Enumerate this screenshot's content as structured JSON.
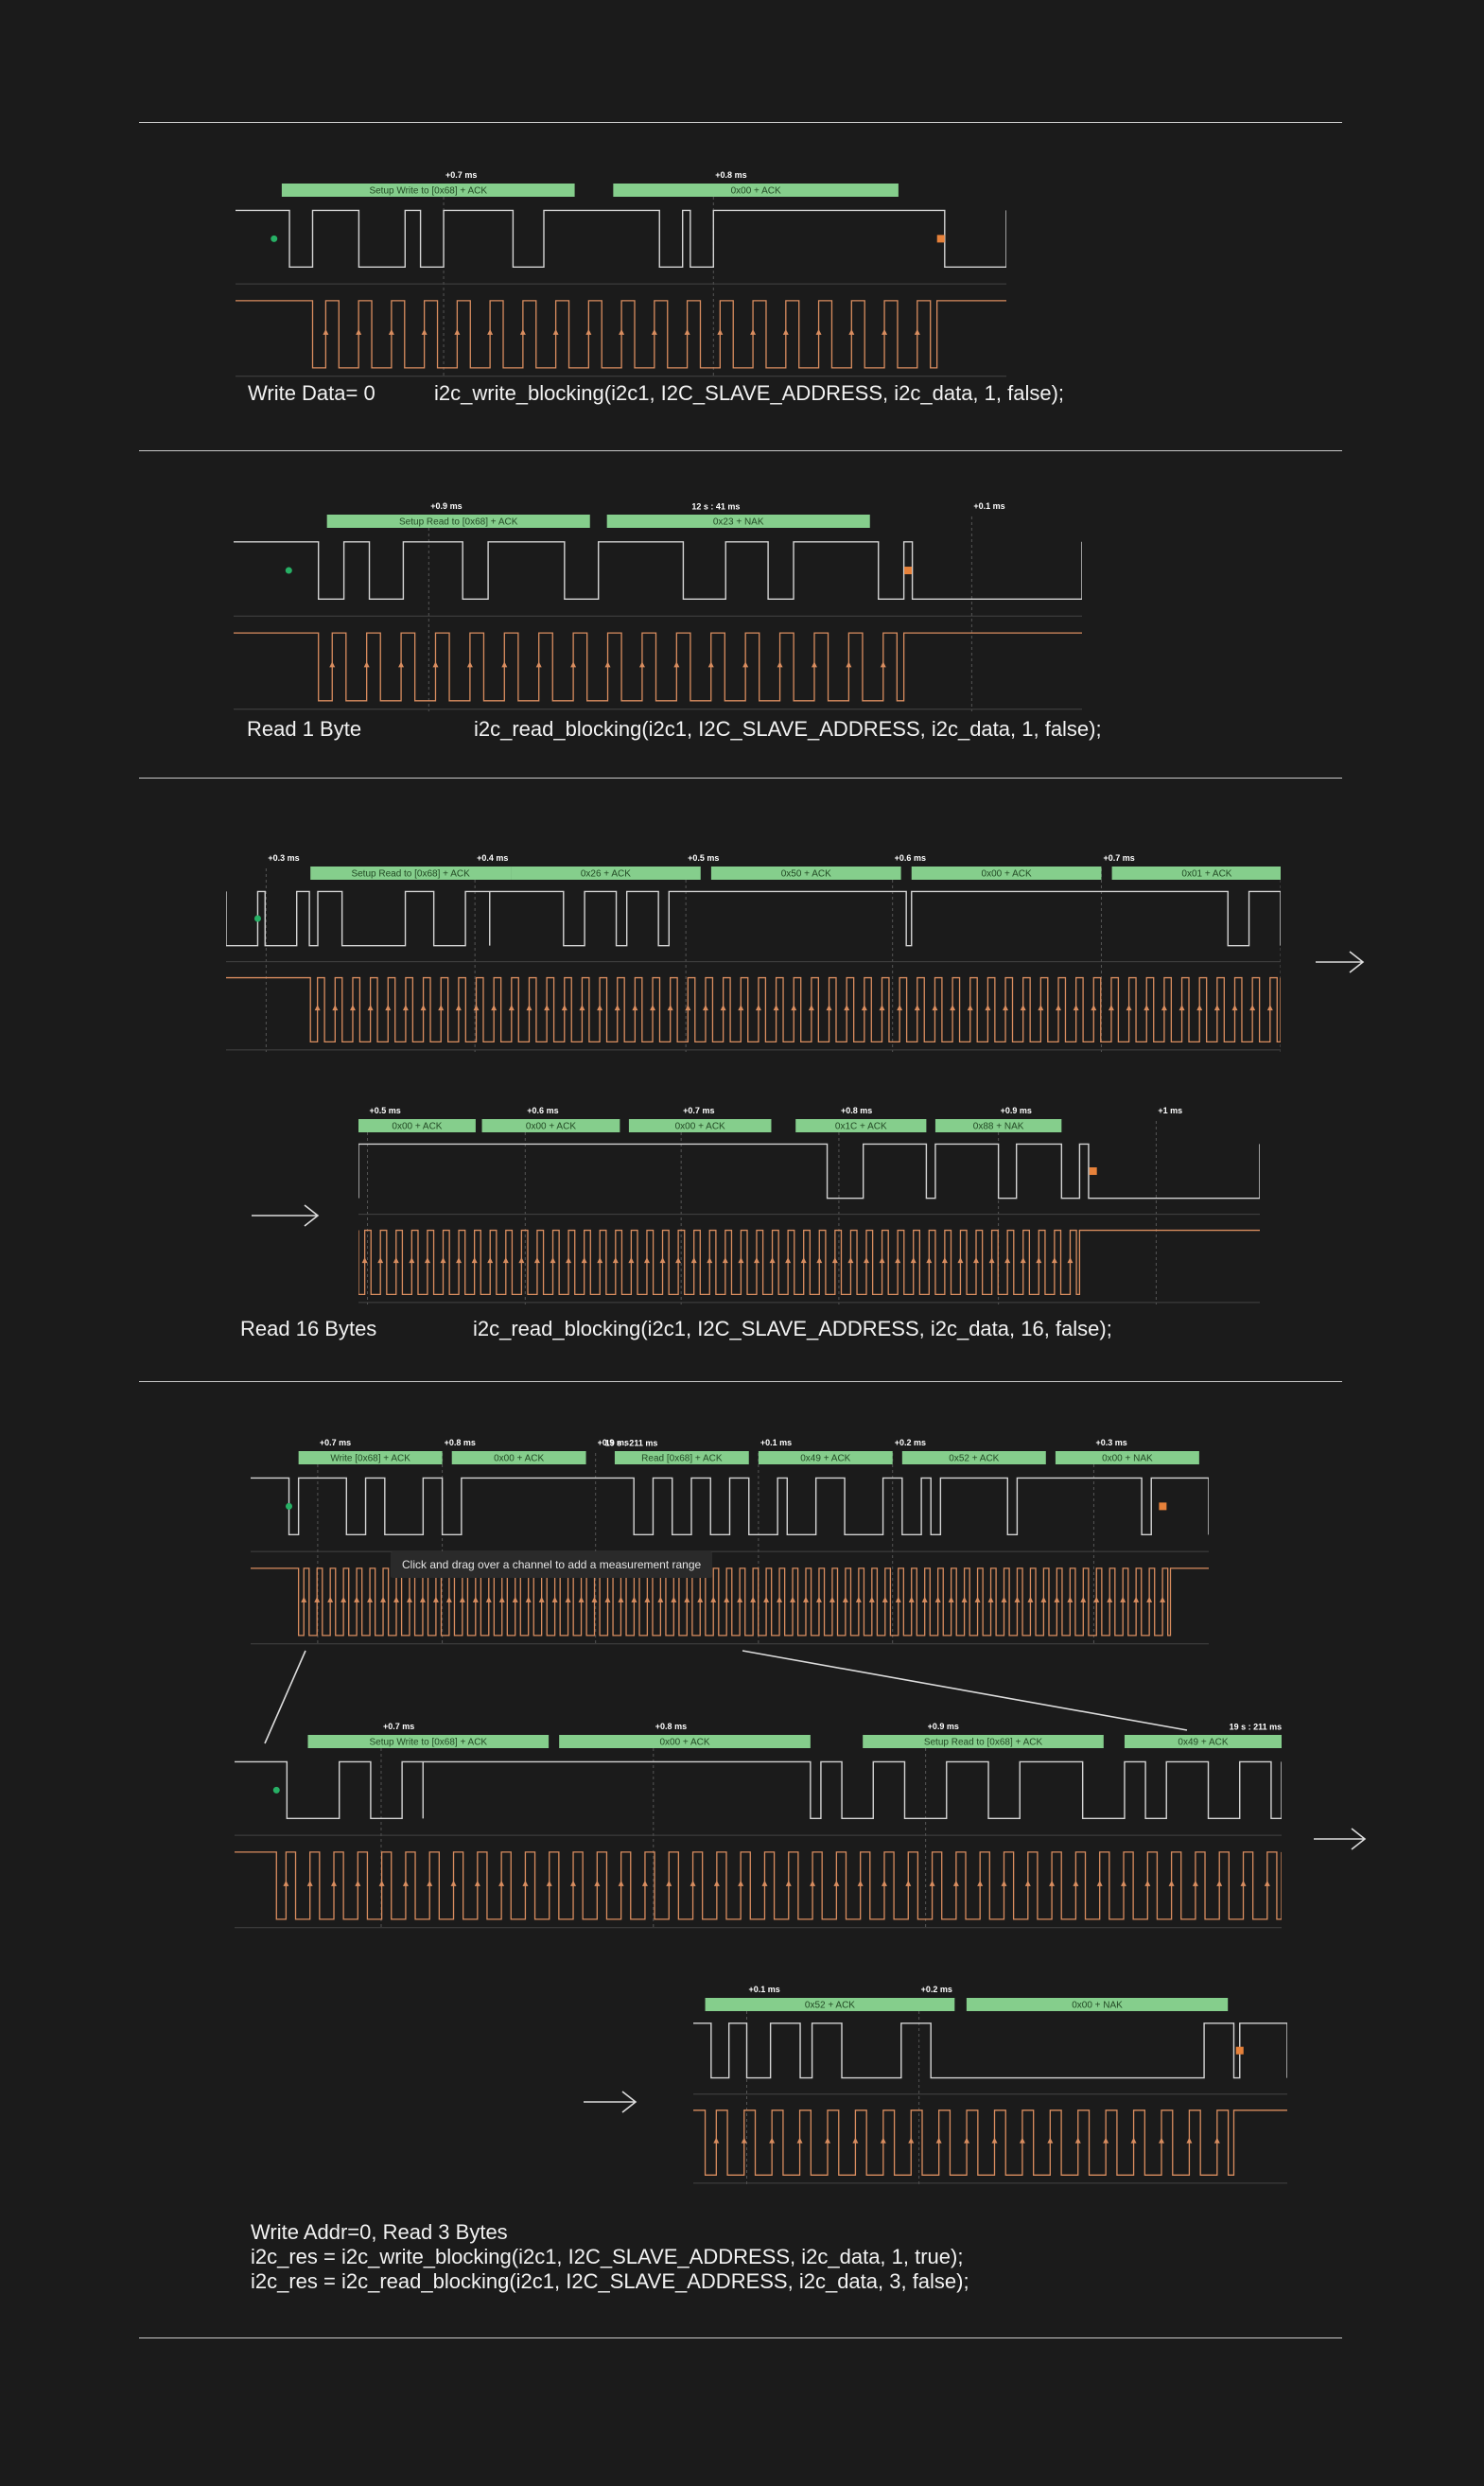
{
  "colors": {
    "bg": "#1b1b1b",
    "sda": "#d4d4d4",
    "scl": "#d98d5f",
    "frame": "#85ce8c",
    "frame_text": "#234a25",
    "start": "#27b065",
    "stop": "#e6813a",
    "rule": "#c8c8c8"
  },
  "sections": {
    "write": {
      "caption_a": "Write Data= 0",
      "caption_b": "i2c_write_blocking(i2c1, I2C_SLAVE_ADDRESS, i2c_data, 1, false);",
      "traces": [
        {
          "ticks": [
            "+0.7 ms",
            "+0.8 ms"
          ],
          "timestamp": "",
          "frames": [
            "Setup Write to [0x68] + ACK",
            "0x00 + ACK"
          ]
        }
      ]
    },
    "read1": {
      "caption_a": "Read 1 Byte",
      "caption_b": "i2c_read_blocking(i2c1, I2C_SLAVE_ADDRESS, i2c_data, 1, false);",
      "traces": [
        {
          "ticks": [
            "+0.9 ms",
            "+0.1 ms"
          ],
          "timestamp": "12 s : 41 ms",
          "frames": [
            "Setup Read to [0x68] + ACK",
            "0x23 + NAK"
          ]
        }
      ]
    },
    "read16": {
      "caption_a": "Read 16 Bytes",
      "caption_b": "i2c_read_blocking(i2c1, I2C_SLAVE_ADDRESS, i2c_data, 16, false);",
      "traces": [
        {
          "ticks": [
            "+0.3 ms",
            "+0.4 ms",
            "+0.5 ms",
            "+0.6 ms",
            "+0.7 ms",
            "+0.8 ms",
            "+0"
          ],
          "timestamp": "",
          "frames": [
            "Setup Read to [0x68] + ACK",
            "0x26 + ACK",
            "0x50 + ACK",
            "0x00 + ACK",
            "0x01 + ACK",
            "0x01 + ACK"
          ]
        },
        {
          "ticks": [
            "+0.5 ms",
            "+0.6 ms",
            "+0.7 ms",
            "+0.8 ms",
            "+0.9 ms",
            "+1 ms"
          ],
          "timestamp": "",
          "frames": [
            "0x00 + ACK",
            "0x00 + ACK",
            "0x00 + ACK",
            "0x1C + ACK",
            "0x88 + NAK"
          ]
        }
      ]
    },
    "combo": {
      "caption_1": "Write Addr=0, Read 3 Bytes",
      "caption_2": "i2c_res = i2c_write_blocking(i2c1, I2C_SLAVE_ADDRESS, i2c_data, 1, true);",
      "caption_3": "i2c_res = i2c_read_blocking(i2c1, I2C_SLAVE_ADDRESS, i2c_data, 3, false);",
      "tooltip": "Click and drag over a channel to add a measurement range",
      "traces": [
        {
          "ticks": [
            "+0.7 ms",
            "+0.8 ms",
            "+0.9 ms",
            "+0.1 ms",
            "+0.2 ms",
            "+0.3 ms"
          ],
          "timestamp": "19 s : 211 ms",
          "frames": [
            "Write [0x68] + ACK",
            "0x00 + ACK",
            "Read [0x68] + ACK",
            "0x49 + ACK",
            "0x52 + ACK",
            "0x00 + NAK"
          ]
        },
        {
          "ticks": [
            "+0.7 ms",
            "+0.8 ms",
            "+0.9 ms"
          ],
          "timestamp": "19 s : 211 ms",
          "frames": [
            "Setup Write to [0x68] + ACK",
            "0x00 + ACK",
            "Setup Read to [0x68] + ACK",
            "0x49 + ACK"
          ]
        },
        {
          "ticks": [
            "+0.1 ms",
            "+0.2 ms"
          ],
          "timestamp": "",
          "frames": [
            "0x52 + ACK",
            "0x00 + NAK"
          ]
        }
      ]
    }
  }
}
